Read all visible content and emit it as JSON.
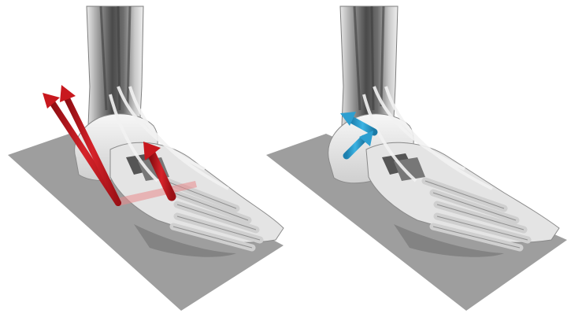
{
  "figure": {
    "panels": [
      {
        "id": "left",
        "arrow_color": "#c8181e",
        "arrow_count": 3,
        "has_axis_band": true
      },
      {
        "id": "right",
        "arrow_color": "#2e9fd0",
        "arrow_count": 2,
        "has_axis_band": false
      }
    ],
    "colors": {
      "ground_plane": "#9e9e9e",
      "bone": "#eeeeee",
      "bone_shadow": "#b9b9b9",
      "muscle": "#5b5b5b",
      "outline": "#7d7d7d"
    }
  }
}
